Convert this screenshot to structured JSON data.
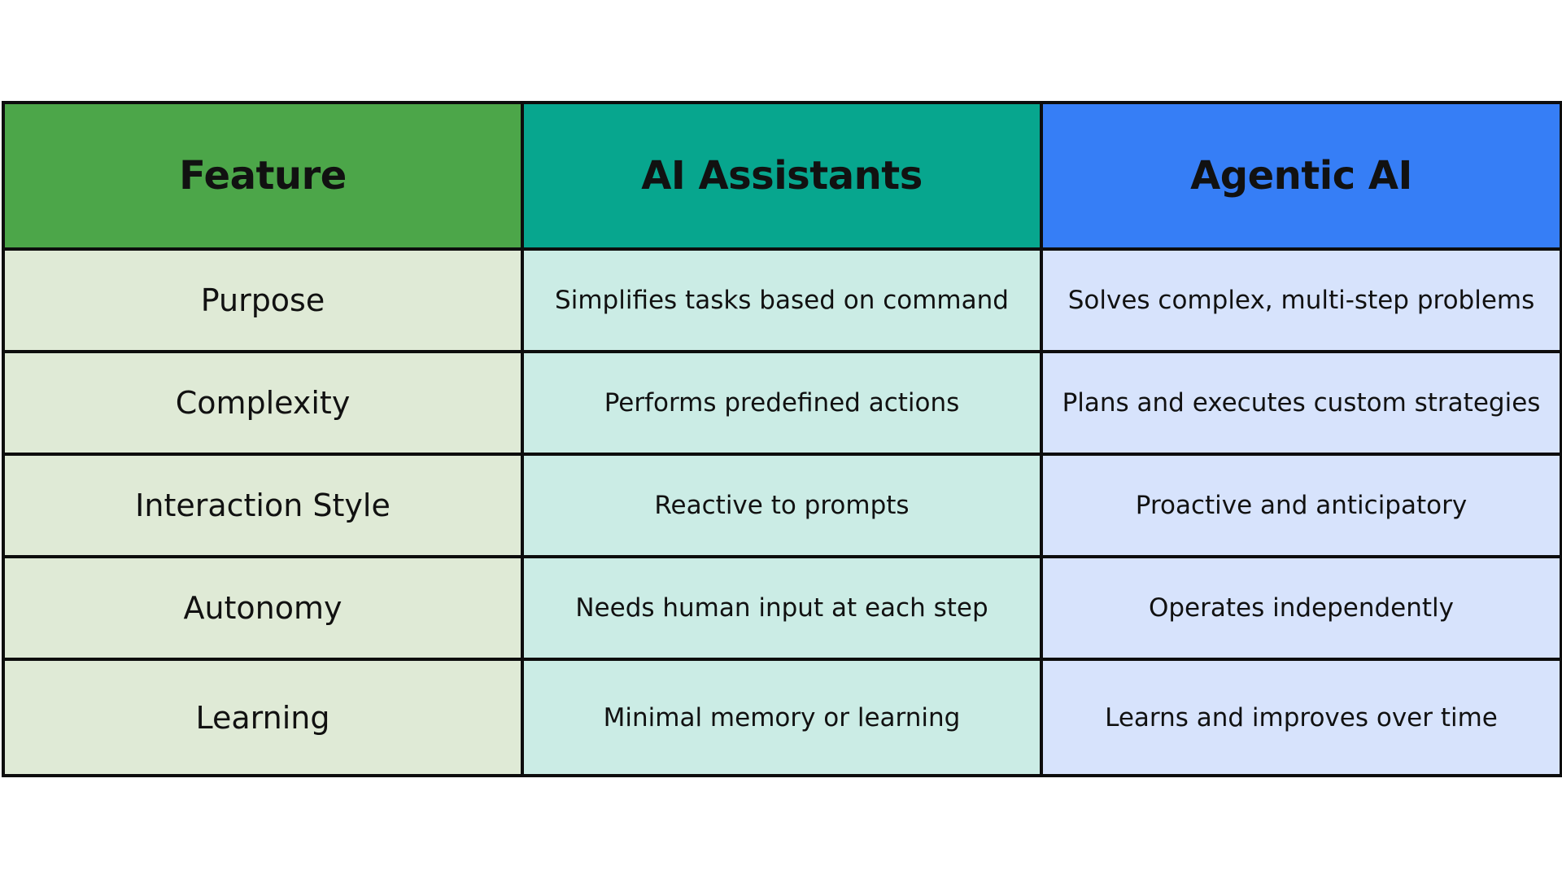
{
  "table": {
    "headers": {
      "feature": "Feature",
      "assistants": "AI Assistants",
      "agentic": "Agentic AI"
    },
    "rows": [
      {
        "feature": "Purpose",
        "assistants": "Simplifies tasks based on command",
        "agentic": "Solves complex, multi-step problems"
      },
      {
        "feature": "Complexity",
        "assistants": "Performs predefined actions",
        "agentic": "Plans and executes custom strategies"
      },
      {
        "feature": "Interaction Style",
        "assistants": "Reactive to prompts",
        "agentic": "Proactive and anticipatory"
      },
      {
        "feature": "Autonomy",
        "assistants": "Needs human input at each step",
        "agentic": "Operates independently"
      },
      {
        "feature": "Learning",
        "assistants": "Minimal memory or learning",
        "agentic": "Learns and improves over time"
      }
    ]
  },
  "colors": {
    "feature_header": "#4ca649",
    "assistants_header": "#07a68e",
    "agentic_header": "#367ef6",
    "feature_cell": "#dfead6",
    "assistants_cell": "#cbece5",
    "agentic_cell": "#d7e3fc",
    "border": "#0d0d0d"
  }
}
